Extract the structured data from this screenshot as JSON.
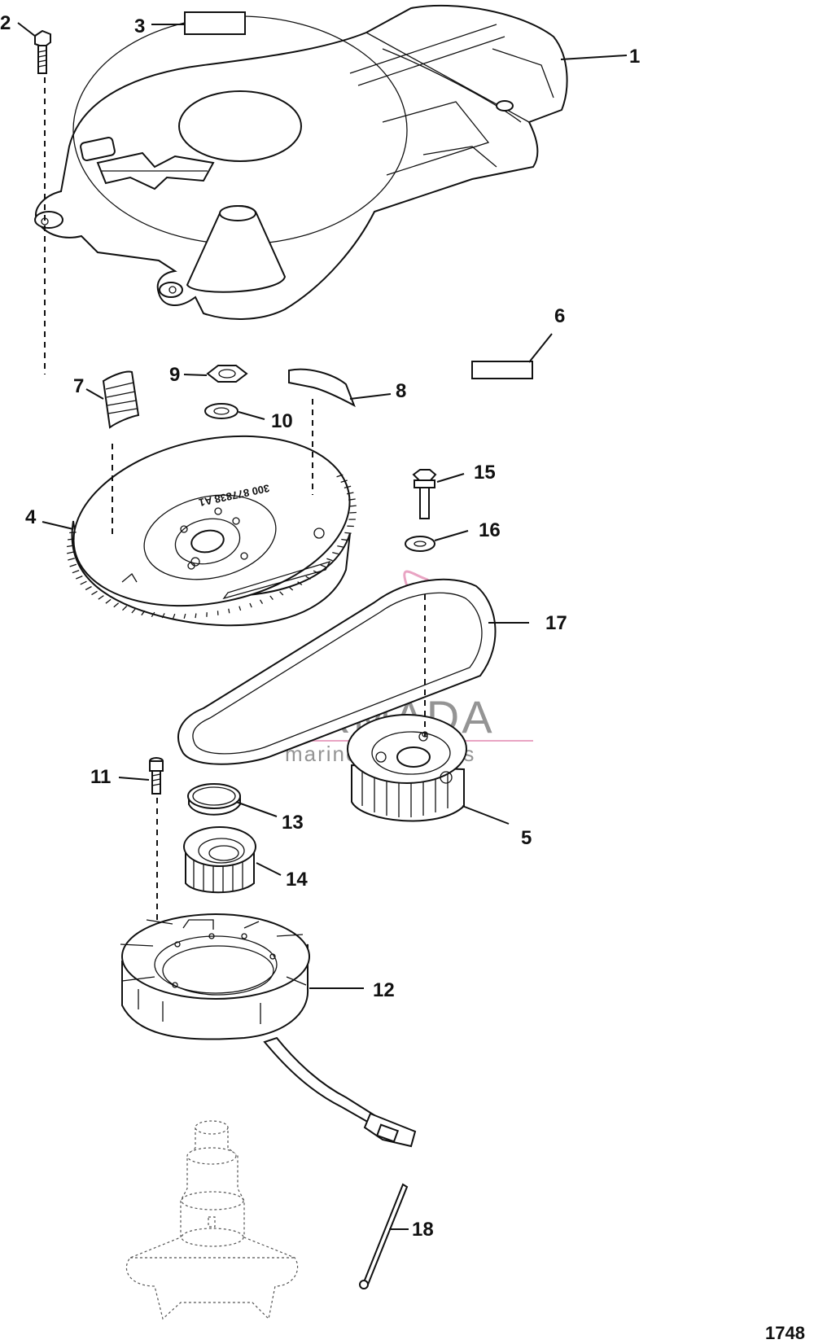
{
  "callouts": [
    "1",
    "2",
    "3",
    "4",
    "5",
    "6",
    "7",
    "8",
    "9",
    "10",
    "11",
    "12",
    "13",
    "14",
    "15",
    "16",
    "17",
    "18"
  ],
  "figure_number": "1748",
  "flywheel_marking": "300 877838 A1",
  "watermark": {
    "title": "ARMADA",
    "subtitle": "marine outboards",
    "color": "#e8a0c0"
  }
}
